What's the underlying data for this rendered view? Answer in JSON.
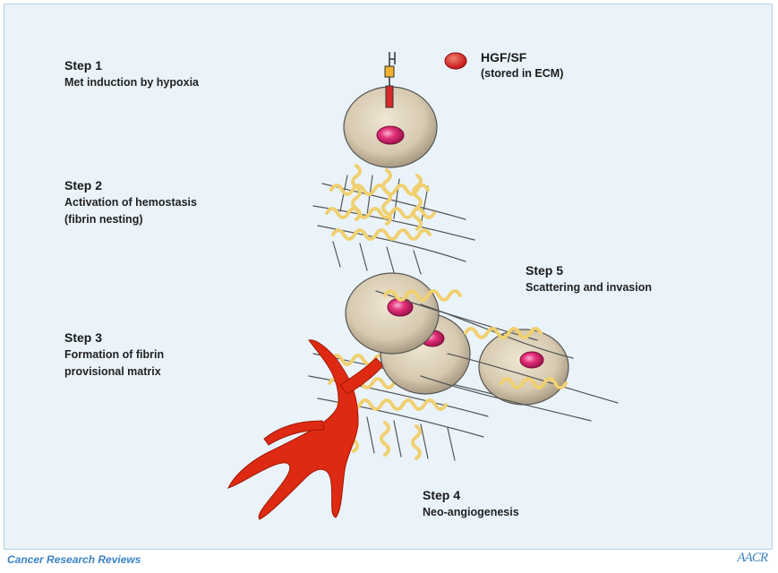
{
  "steps": [
    {
      "heading": "Step 1",
      "lines": [
        "Met induction by hypoxia"
      ]
    },
    {
      "heading": "Step 2",
      "lines": [
        "Activation of hemostasis",
        "(fibrin nesting)"
      ]
    },
    {
      "heading": "Step 3",
      "lines": [
        "Formation of fibrin",
        "provisional matrix"
      ]
    },
    {
      "heading": "Step 4",
      "lines": [
        "Neo-angiogenesis"
      ]
    },
    {
      "heading": "Step 5",
      "lines": [
        "Scattering and invasion"
      ]
    }
  ],
  "legend": {
    "name": "HGF/SF",
    "note": "(stored in ECM)",
    "color": "#d8282a"
  },
  "footer": {
    "journal": "Cancer Research Reviews",
    "logo": "AACR"
  },
  "colors": {
    "background": "#eaf3fa",
    "cell": "#d9cdb6",
    "nucleus": "#e0246e",
    "fibrin": "#f5e08a",
    "vessel": "#de2a12",
    "footer_text": "#3b83c4"
  }
}
